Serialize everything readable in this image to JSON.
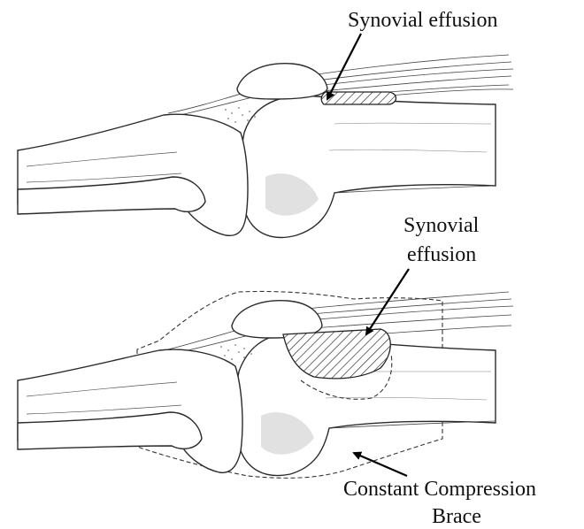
{
  "labels": {
    "top_effusion": "Synovial effusion",
    "bottom_effusion_line1": "Synovial",
    "bottom_effusion_line2": "effusion",
    "brace_line1": "Constant Compression",
    "brace_line2": "Brace"
  },
  "colors": {
    "line": "#2a2a2a",
    "background": "#ffffff"
  }
}
